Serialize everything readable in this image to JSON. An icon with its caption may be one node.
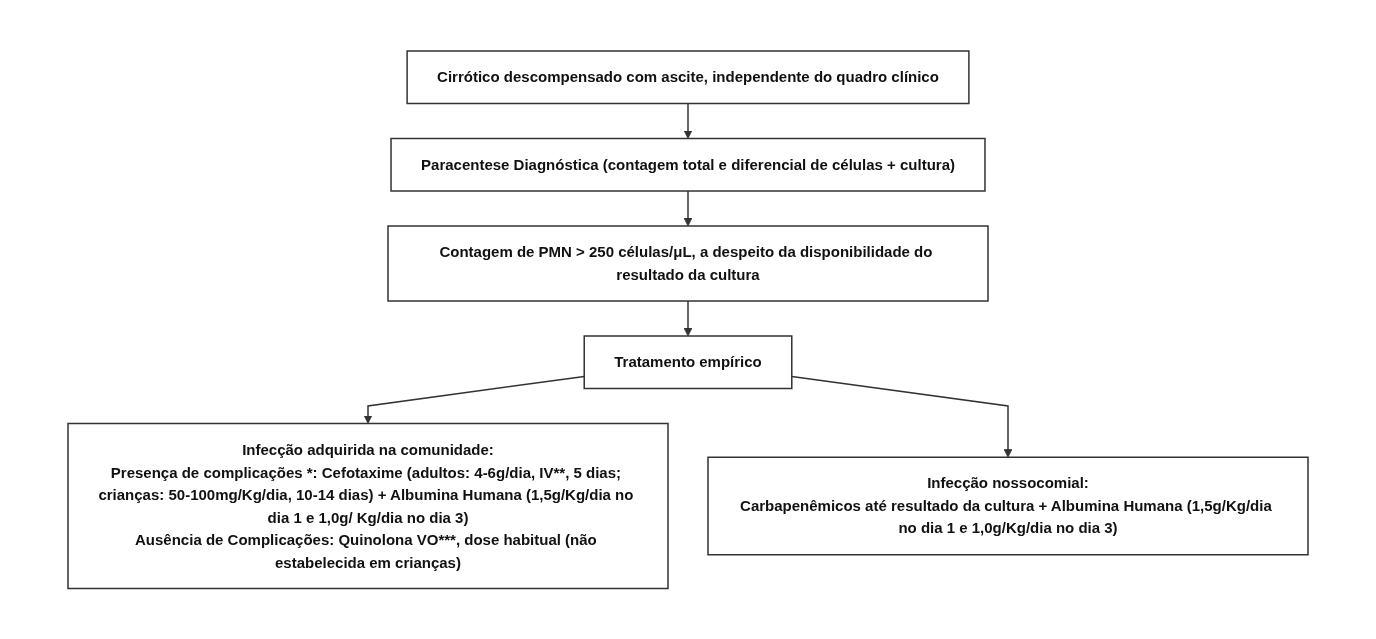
{
  "diagram": {
    "nodes": [
      {
        "text": [
          "Cirrótico descompensado com ascite, independente do quadro clínico"
        ]
      },
      {
        "text": [
          "Paracentese Diagnóstica (contagem total e diferencial de células + cultura)"
        ]
      },
      {
        "text": [
          "Contagem de PMN > 250 células/μL, a despeito da disponibilidade do resultado da cultura"
        ]
      },
      {
        "text": [
          "Tratamento empírico"
        ]
      },
      {
        "text": [
          "Infecção adquirida na comunidade:",
          "Presença de complicações *: Cefotaxime (adultos: 4-6g/dia, IV**, 5 dias; crianças: 50-100mg/Kg/dia, 10-14 dias) + Albumina Humana (1,5g/Kg/dia no dia 1 e 1,0g/ Kg/dia no dia 3)",
          "Ausência de Complicações: Quinolona VO***, dose habitual (não estabelecida em crianças)"
        ]
      },
      {
        "text": [
          "Infecção nossocomial:",
          "Carbapenêmicos até resultado da cultura + Albumina Humana (1,5g/Kg/dia no dia 1 e 1,0g/Kg/dia no dia 3)"
        ]
      }
    ],
    "edges": [
      {
        "from": 0,
        "to": 1,
        "arrow": "to"
      },
      {
        "from": 1,
        "to": 2,
        "arrow": "to"
      },
      {
        "from": 2,
        "to": 3,
        "arrow": "to"
      },
      {
        "from": 3,
        "to": 4,
        "arrow": "to"
      },
      {
        "from": 3,
        "to": 5,
        "arrow": "to"
      }
    ]
  }
}
